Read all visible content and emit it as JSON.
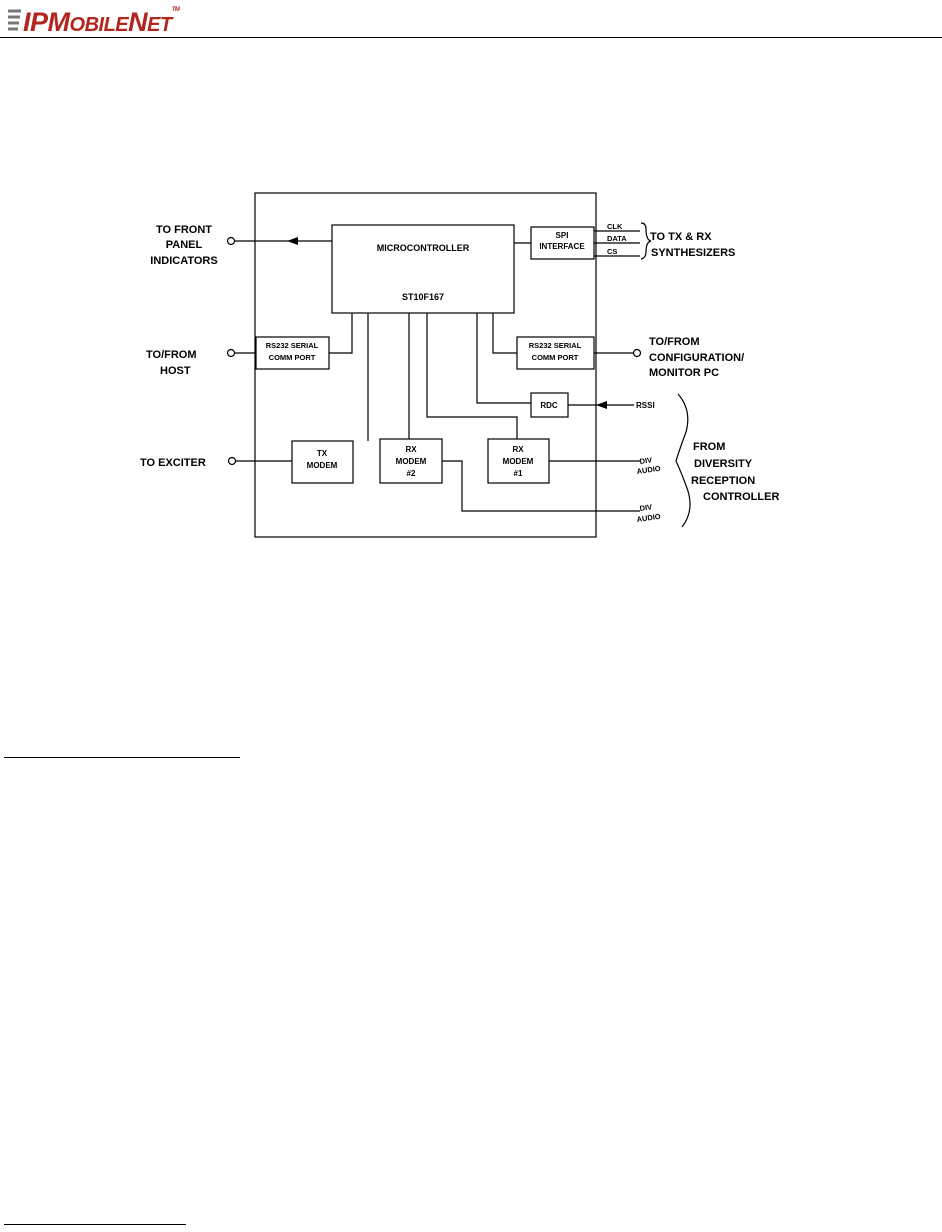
{
  "header": {
    "logo_ip": "IP",
    "logo_rest_cap_m": "M",
    "logo_rest_obile": "OBILE",
    "logo_rest_cap_n": "N",
    "logo_rest_et": "ET",
    "logo_tm": "TM"
  },
  "diagram": {
    "microcontroller": {
      "title": "MICROCONTROLLER",
      "part": "ST10F167"
    },
    "spi": {
      "line1": "SPI",
      "line2": "INTERFACE"
    },
    "spi_signals": [
      "CLK",
      "DATA",
      "CS"
    ],
    "synth_label": [
      "TO TX & RX",
      "SYNTHESIZERS"
    ],
    "front_panel_label": [
      "TO FRONT",
      "PANEL",
      "INDICATORS"
    ],
    "rs232_left": {
      "line1": "RS232 SERIAL",
      "line2": "COMM PORT"
    },
    "host_label": [
      "TO/FROM",
      "HOST"
    ],
    "rs232_right": {
      "line1": "RS232 SERIAL",
      "line2": "COMM PORT"
    },
    "config_label": [
      "TO/FROM",
      "CONFIGURATION/",
      "MONITOR PC"
    ],
    "rdc": "RDC",
    "rssi": "RSSI",
    "tx_modem": [
      "TX",
      "MODEM"
    ],
    "rx_modem2": [
      "RX",
      "MODEM",
      "#2"
    ],
    "rx_modem1": [
      "RX",
      "MODEM",
      "#1"
    ],
    "exciter_label": "TO EXCITER",
    "div_audio_1": [
      "DIV",
      "AUDIO"
    ],
    "div_audio_2": [
      "DIV",
      "AUDIO"
    ],
    "diversity_label": [
      "FROM",
      "DIVERSITY",
      "RECEPTION",
      "CONTROLLER"
    ]
  }
}
